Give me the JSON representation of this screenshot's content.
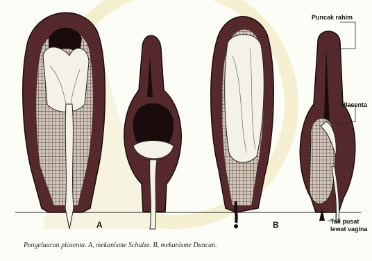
{
  "labels": {
    "puncak_rahim": "Puncak rahim",
    "plasenta": "Plasenta",
    "tali_pusat_line1": "Tali pusat",
    "tali_pusat_line2": "lewat vagina"
  },
  "figure_letters": {
    "a": "A",
    "b": "B"
  },
  "caption": "Pengeluaran plasenta. A, mekanisme Schulze. B, mekanisme Duncan.",
  "colors": {
    "wall": "#4a1f22",
    "dark": "#1a0c0c",
    "placenta": "#f4f1e6",
    "background": "#fdfdf8",
    "watermark": "#ece6b0"
  }
}
